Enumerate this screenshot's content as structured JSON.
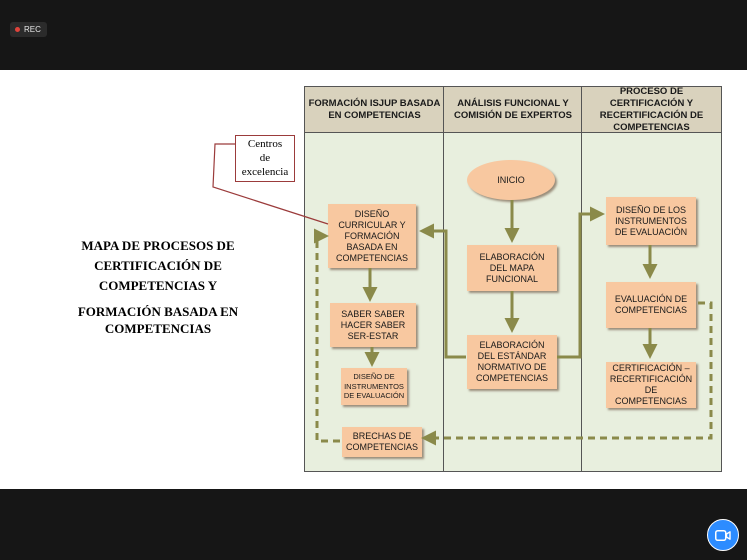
{
  "recording": {
    "label": "REC"
  },
  "slide": {
    "title_lines": [
      "MAPA DE PROCESOS DE",
      "CERTIFICACIÓN DE",
      "COMPETENCIAS Y",
      "FORMACIÓN BASADA EN",
      "COMPETENCIAS"
    ],
    "callout": {
      "line1": "Centros",
      "line2": "de",
      "line3": "excelencia"
    }
  },
  "diagram": {
    "columns": [
      "FORMACIÓN ISJUP BASADA EN COMPETENCIAS",
      "ANÁLISIS FUNCIONAL Y COMISIÓN DE EXPERTOS",
      "PROCESO DE CERTIFICACIÓN Y RECERTIFICACIÓN DE COMPETENCIAS"
    ],
    "boxes": {
      "diseno_curricular": "DISEÑO CURRICULAR Y FORMACIÓN BASADA EN COMPETENCIAS",
      "saber": "SABER SABER HACER SABER SER-ESTAR",
      "diseno_instrumentos_left": "DISEÑO DE INSTRUMENTOS DE EVALUACIÓN",
      "brechas": "BRECHAS DE COMPETENCIAS",
      "inicio": "INICIO",
      "mapa_funcional": "ELABORACIÓN DEL MAPA FUNCIONAL",
      "estandar": "ELABORACIÓN DEL ESTÁNDAR NORMATIVO DE COMPETENCIAS",
      "diseno_instrumentos_right": "DISEÑO DE LOS INSTRUMENTOS DE EVALUACIÓN",
      "evaluacion": "EVALUACIÓN DE COMPETENCIAS",
      "certificacion": "CERTIFICACIÓN – RECERTIFICACIÓN DE COMPETENCIAS"
    }
  },
  "controls": {
    "camera_icon": "video-camera-icon"
  },
  "colors": {
    "box_fill": "#f8c8a0",
    "diagram_bg": "#e8efde",
    "header_bg": "#d9d2bd",
    "arrow": "#8a8a4a",
    "callout_border": "#9b3b3b",
    "camera_button": "#2d8cff"
  }
}
